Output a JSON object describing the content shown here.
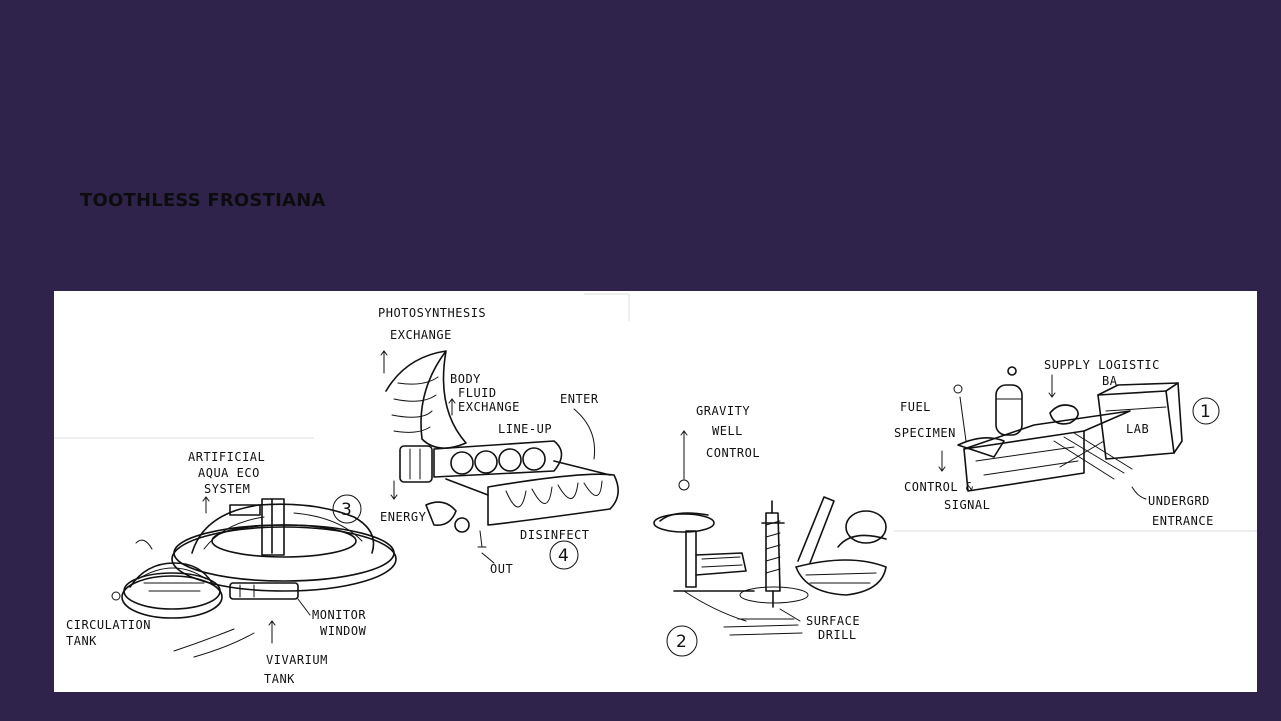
{
  "slide": {
    "title": "TOOTHLESS FROSTIANA"
  },
  "sketch": {
    "module_1": {
      "number": "1",
      "labels": {
        "supply": "SUPPLY LOGISTIC",
        "bay": "BA",
        "fuel": "FUEL",
        "specimen": "SPECIMEN",
        "lab": "LAB",
        "control": "CONTROL &",
        "signal": "SIGNAL",
        "undergrd": "UNDERGRD",
        "entrance": "ENTRANCE"
      }
    },
    "module_2": {
      "number": "2",
      "labels": {
        "gravity": "GRAVITY",
        "well": "WELL",
        "control": "CONTROL",
        "surface": "SURFACE",
        "drill": "DRILL"
      }
    },
    "module_3": {
      "number": "3",
      "labels": {
        "artificial": "ARTIFICIAL",
        "aqua": "AQUA ECO",
        "system": "SYSTEM",
        "circulation": "CIRCULATION",
        "tank": "TANK",
        "monitor": "MONITOR",
        "window": "WINDOW",
        "vivarium": "VIVARIUM",
        "vtank": "TANK"
      }
    },
    "module_4": {
      "number": "4",
      "labels": {
        "photosynthesis": "PHOTOSYNTHESIS",
        "exchange": "EXCHANGE",
        "body": "BODY",
        "fluid": "FLUID",
        "fexchange": "EXCHANGE",
        "enter": "ENTER",
        "lineup": "LINE-UP",
        "energy": "ENERGY",
        "disinfect": "DISINFECT",
        "out": "OUT"
      }
    }
  }
}
